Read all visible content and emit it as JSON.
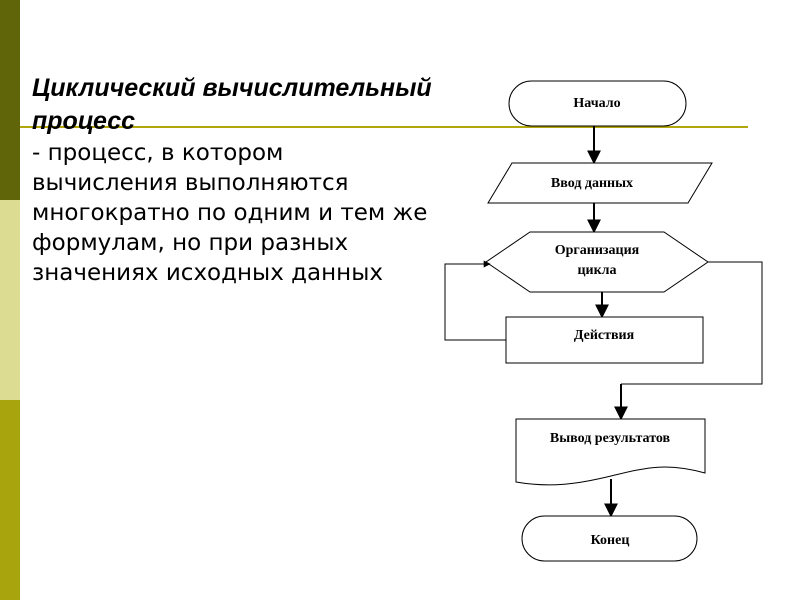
{
  "slide": {
    "title": "Циклический вычислительный процесс",
    "definition": "- процесс, в котором вычисления выполняются многократно по одним и тем же формулам, но при разных значениях исходных данных"
  },
  "flowchart": {
    "start": "Начало",
    "input": "Ввод данных",
    "loop_line1": "Организация",
    "loop_line2": "цикла",
    "action": "Действия",
    "output": "Вывод результатов",
    "end": "Конец"
  }
}
